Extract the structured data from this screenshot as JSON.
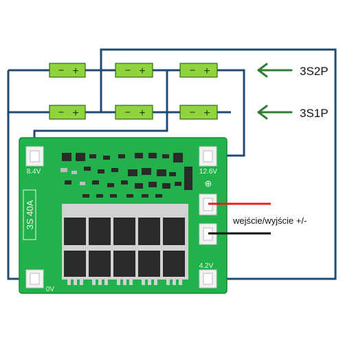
{
  "diagram": {
    "cells": [
      {
        "row": "top",
        "neg": "−",
        "pos": "+"
      },
      {
        "row": "top",
        "neg": "−",
        "pos": "+"
      },
      {
        "row": "top",
        "neg": "−",
        "pos": "+"
      },
      {
        "row": "bottom",
        "neg": "−",
        "pos": "+"
      },
      {
        "row": "bottom",
        "neg": "−",
        "pos": "+"
      },
      {
        "row": "bottom",
        "neg": "−",
        "pos": "+"
      }
    ],
    "labels": {
      "row_top": "3S2P",
      "row_bottom": "3S1P",
      "io": "wejście/wyjście +/-"
    },
    "board": {
      "model": "3S 40A",
      "pad_labels": {
        "top_left": "8.4V",
        "top_right": "12.6V",
        "plus_symbol": "⊕",
        "bottom_left": "0V",
        "bottom_right": "4.2V"
      }
    },
    "colors": {
      "wire": "#1f4a6e",
      "cell": "#8fd43c",
      "cell_border": "#2c6a18",
      "arrow": "#2e7d32",
      "board": "#22b24c",
      "pad": "#f2f2f2",
      "chip": "#2a2a2a",
      "lead_positive": "#e02020",
      "lead_negative": "#111111"
    }
  }
}
